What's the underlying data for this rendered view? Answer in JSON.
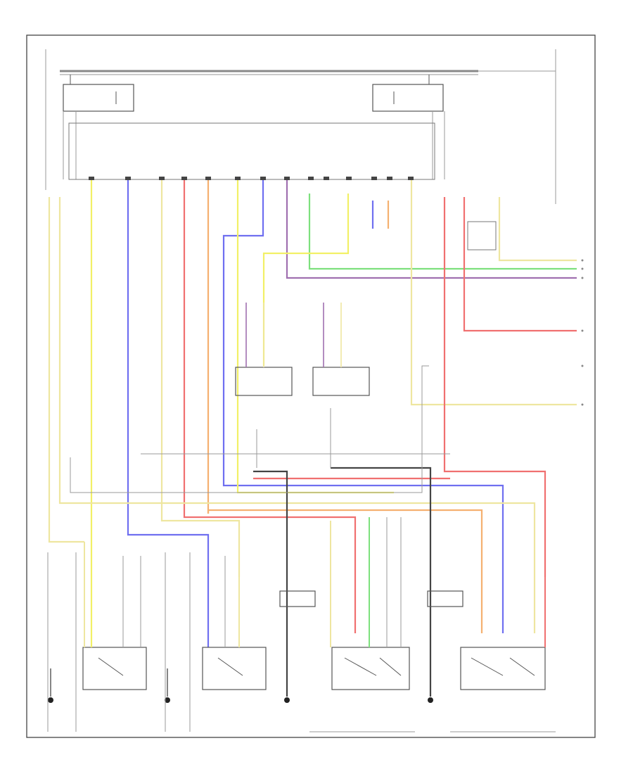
{
  "diagram": {
    "corner_label": "",
    "colors": {
      "yellow": "#f2f066",
      "blue": "#6f6ff0",
      "red": "#f07070",
      "orange": "#f5b070",
      "green": "#7de07d",
      "purple": "#a070b0",
      "gray": "#9a9a9a",
      "dark": "#444444",
      "pink": "#f0a0a0",
      "lightyellow": "#eee6a0"
    },
    "components": [
      {
        "id": "main-relay-left",
        "label": ""
      },
      {
        "id": "main-relay-right",
        "label": ""
      },
      {
        "id": "driver-lock-switch-left",
        "label": ""
      },
      {
        "id": "driver-lock-switch-right",
        "label": ""
      },
      {
        "id": "left-rear-door-lock-actuator",
        "label": ""
      },
      {
        "id": "right-rear-door-lock-actuator",
        "label": ""
      },
      {
        "id": "driver-door-lock-actuator",
        "label": ""
      },
      {
        "id": "passenger-door-lock-actuator",
        "label": ""
      }
    ],
    "grounds": [
      {
        "id": "ground-1",
        "label": ""
      },
      {
        "id": "ground-2",
        "label": ""
      },
      {
        "id": "ground-3",
        "label": ""
      },
      {
        "id": "ground-4",
        "label": ""
      }
    ],
    "right_edge_wires": [
      {
        "id": "out-1",
        "color": "lightyellow"
      },
      {
        "id": "out-2",
        "color": "green"
      },
      {
        "id": "out-3",
        "color": "purple"
      },
      {
        "id": "out-4",
        "color": "red"
      },
      {
        "id": "out-5",
        "color": "gray"
      },
      {
        "id": "out-6",
        "color": "orange"
      }
    ]
  }
}
